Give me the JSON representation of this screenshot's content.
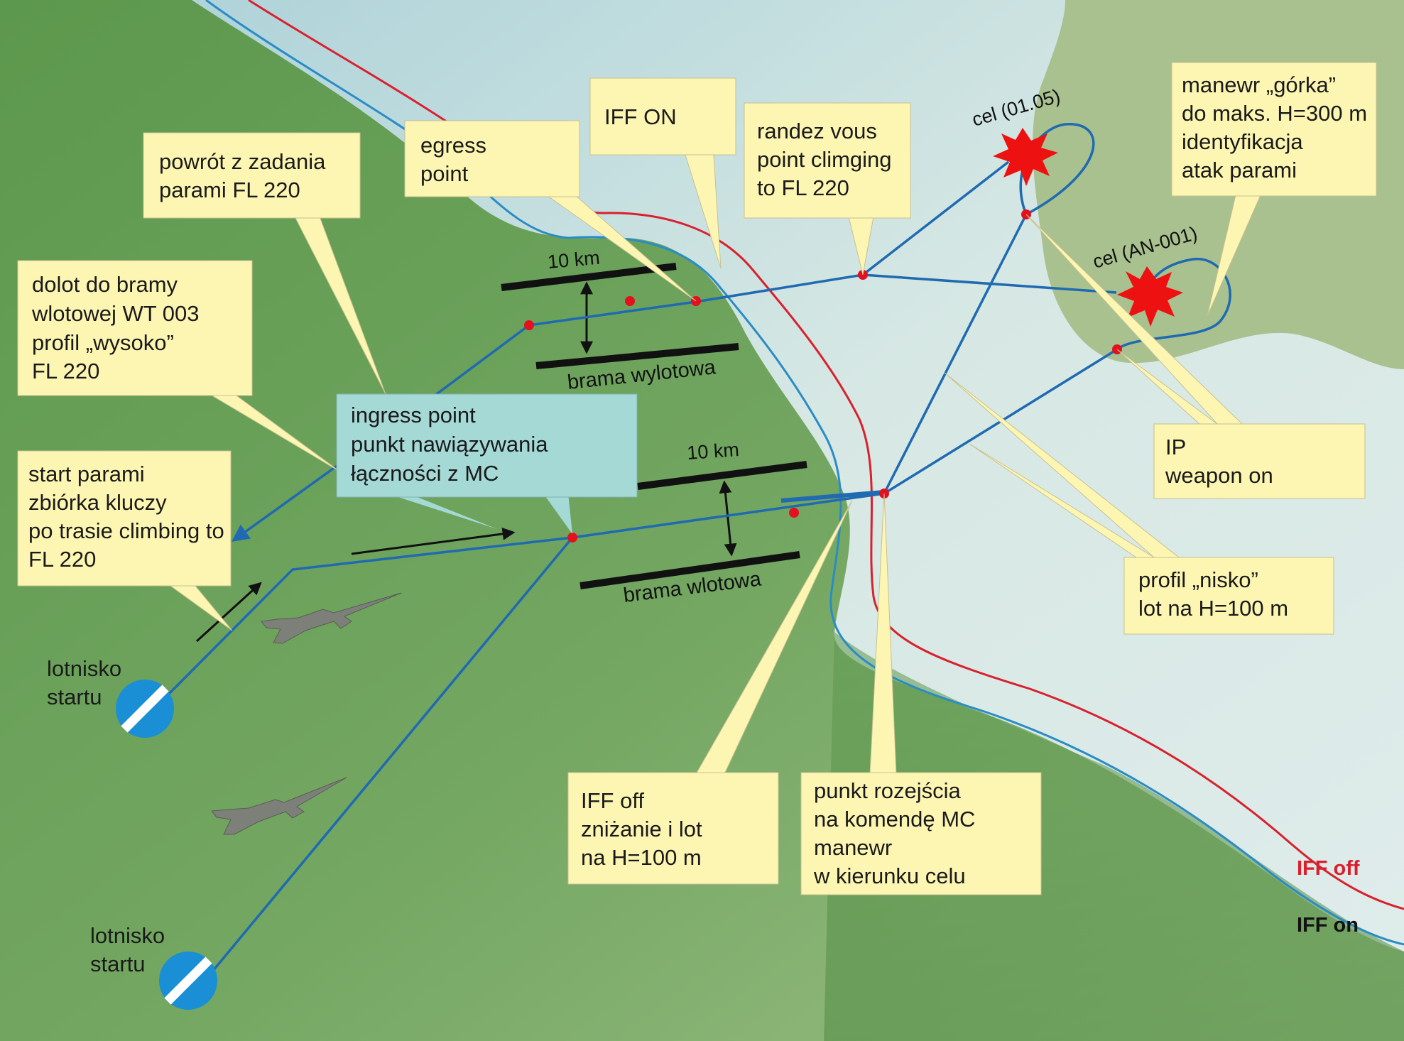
{
  "colors": {
    "land_dark": "#5e9a4e",
    "land_light": "#94ba7e",
    "sea": "#cfe3e6",
    "target_land": "#a9c292",
    "route": "#1f6ab0",
    "coast_blue": "#2a8cc4",
    "iff_off_line": "#d9202e",
    "callout_yellow": "#fdf6b3",
    "callout_cyan": "#a4d9d6",
    "waypoint": "#e3101e",
    "target": "#ee1111"
  },
  "callouts": {
    "powrot": [
      "powrót z zadania",
      "parami FL 220"
    ],
    "egress": [
      "egress",
      "point"
    ],
    "iff_on": [
      "IFF ON"
    ],
    "randez": [
      "randez vous",
      "point climging",
      "to FL 220"
    ],
    "gorka": [
      "manewr „górka”",
      "do maks. H=300 m",
      "identyfikacja",
      "atak parami"
    ],
    "dolot": [
      "dolot do bramy",
      "wlotowej WT 003",
      "profil „wysoko”",
      "FL 220"
    ],
    "ingress": [
      "ingress point",
      "punkt nawiązywania",
      "łączności z MC"
    ],
    "start": [
      "start parami",
      "zbiórka kluczy",
      "po trasie climbing to",
      "FL 220"
    ],
    "ip": [
      "IP",
      "weapon on"
    ],
    "nisko": [
      "profil „nisko”",
      "lot na H=100 m"
    ],
    "iff_off": [
      "IFF off",
      "zniżanie i lot",
      "na H=100 m"
    ],
    "rozejscia": [
      "punkt rozejścia",
      "na komendę MC",
      "manewr",
      "w kierunku celu"
    ]
  },
  "labels": {
    "airfield_1": [
      "lotnisko",
      "startu"
    ],
    "airfield_2": [
      "lotnisko",
      "startu"
    ],
    "gate_exit": "brama wylotowa",
    "gate_entry": "brama wlotowa",
    "km_exit": "10 km",
    "km_entry": "10 km",
    "target_1": "cel (01.05)",
    "target_2": "cel (AN-001)"
  },
  "legend": {
    "iff_off": "IFF off",
    "iff_on": "IFF on"
  }
}
